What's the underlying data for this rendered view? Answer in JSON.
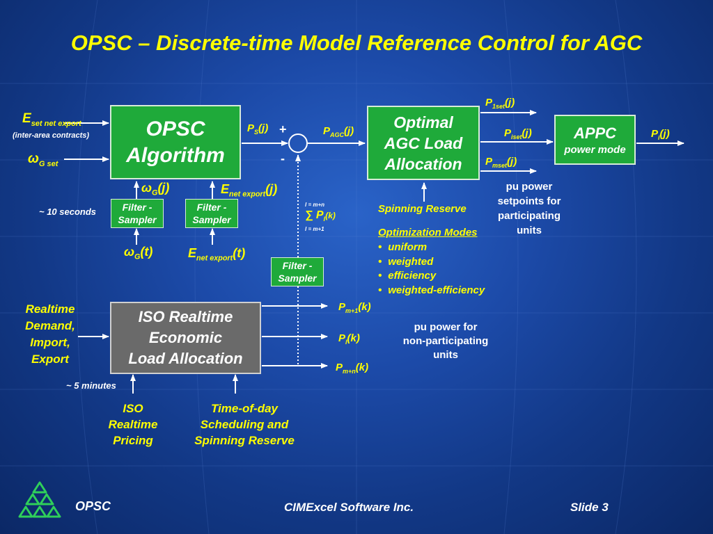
{
  "title": "OPSC – Discrete-time Model Reference Control for AGC",
  "blocks": {
    "opsc": [
      "OPSC",
      "Algorithm"
    ],
    "optimal": [
      "Optimal",
      "AGC Load",
      "Allocation"
    ],
    "appc_title": "APPC",
    "appc_sub": "power mode",
    "iso": [
      "ISO Realtime",
      "Economic",
      "Load Allocation"
    ],
    "filter": [
      "Filter -",
      "Sampler"
    ]
  },
  "inputs": {
    "e_set_main": "E",
    "e_set_sub": "set net export",
    "inter_area": "(inter-area contracts)",
    "omega_set_main": "ω",
    "omega_set_sub": "G set",
    "omega_gj": [
      "ω",
      "G",
      "(j)"
    ],
    "enet_j": [
      "E",
      "net export",
      "(j)"
    ],
    "omega_gt": [
      "ω",
      "G",
      "(t)"
    ],
    "enet_t": [
      "E",
      "net export",
      "(t)"
    ],
    "ten_seconds": "~ 10 seconds",
    "five_minutes": "~ 5 minutes",
    "realtime_demand": [
      "Realtime",
      "Demand,",
      "Import,",
      "Export"
    ],
    "iso_pricing": [
      "ISO",
      "Realtime",
      "Pricing"
    ],
    "time_of_day": [
      "Time-of-day",
      "Scheduling and",
      "Spinning Reserve"
    ]
  },
  "signals": {
    "ps": [
      "P",
      "S",
      "(j)"
    ],
    "plus": "+",
    "minus": "-",
    "pagc": [
      "P",
      "AGC",
      "(j)"
    ],
    "p1set": [
      "P",
      "1set",
      "(j)"
    ],
    "piset": [
      "P",
      "iset",
      "(j)"
    ],
    "pmset": [
      "P",
      "mset",
      "(j)"
    ],
    "pi": [
      "P",
      "i",
      "(j)"
    ],
    "sum_top": "l = m+n",
    "sum_symbol": "∑",
    "sum_term": [
      "P",
      "l",
      "(k)"
    ],
    "sum_bottom": "l = m+1",
    "pm1": [
      "P",
      "m+1",
      "(k)"
    ],
    "pl": [
      "P",
      "l",
      "(k)"
    ],
    "pmn": [
      "P",
      "m+n",
      "(k)"
    ]
  },
  "notes": {
    "pu_setpoints": [
      "pu power",
      "setpoints for",
      "participating",
      "units"
    ],
    "spinning_reserve": "Spinning Reserve",
    "optimization_heading": "Optimization Modes",
    "modes": [
      "uniform",
      "weighted",
      "efficiency",
      "weighted-efficiency"
    ],
    "pu_nonpart": [
      "pu power for",
      "non-participating",
      "units"
    ]
  },
  "footer": {
    "left": "OPSC",
    "center": "CIMExcel Software Inc.",
    "right": "Slide 3"
  },
  "colors": {
    "accent": "#ffff00",
    "block_green": "#1faa3a",
    "block_gray": "#6a6a6a",
    "logo_green": "#2fcf5a"
  }
}
